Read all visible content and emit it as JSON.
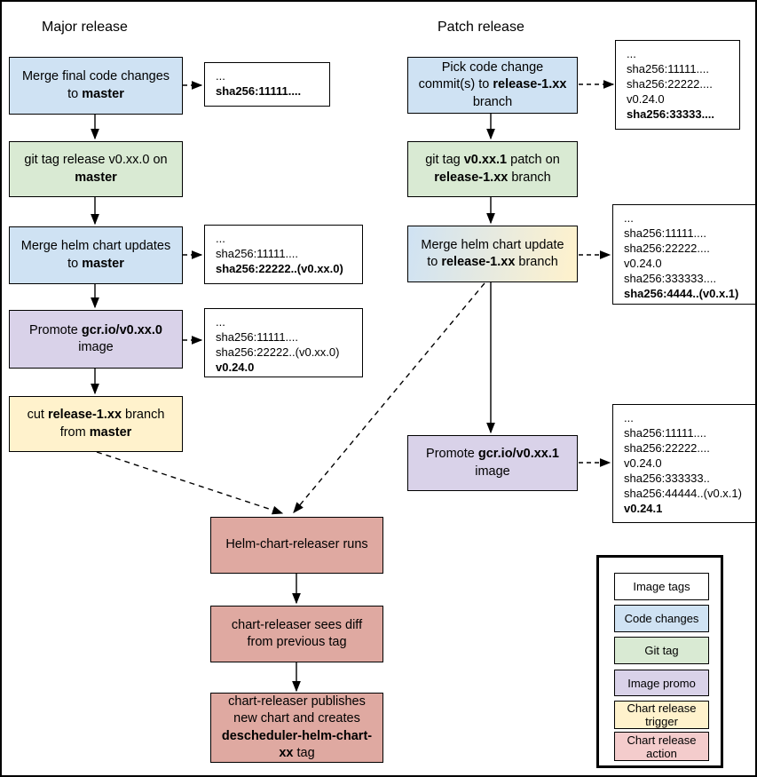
{
  "titles": {
    "major": "Major release",
    "patch": "Patch release"
  },
  "colors": {
    "image_tags": "#ffffff",
    "code_changes": "#cfe2f3",
    "git_tag": "#d9ead3",
    "image_promo": "#d9d2e9",
    "chart_release_trigger": "#fff2cc",
    "chart_release_action": "#dfa9a1",
    "legend_chart_release_action": "#f4cccc",
    "line": "#000000"
  },
  "nodes": {
    "major_1": {
      "color": "#cfe2f3",
      "segments": [
        {
          "t": "Merge final code changes to "
        },
        {
          "t": "master",
          "b": true
        }
      ]
    },
    "major_2": {
      "color": "#d9ead3",
      "segments": [
        {
          "t": "git tag release v0.xx.0 on "
        },
        {
          "t": "master",
          "b": true
        }
      ]
    },
    "major_3": {
      "color": "#cfe2f3",
      "segments": [
        {
          "t": "Merge helm chart updates to "
        },
        {
          "t": "master",
          "b": true
        }
      ]
    },
    "major_4": {
      "color": "#d9d2e9",
      "segments": [
        {
          "t": "Promote "
        },
        {
          "t": "gcr.io/v0.xx.0",
          "b": true
        },
        {
          "t": " image"
        }
      ]
    },
    "major_5": {
      "color": "#fff2cc",
      "segments": [
        {
          "t": "cut "
        },
        {
          "t": "release-1.xx",
          "b": true
        },
        {
          "t": " branch from "
        },
        {
          "t": "master",
          "b": true
        }
      ]
    },
    "patch_1": {
      "color": "#cfe2f3",
      "segments": [
        {
          "t": "Pick code change commit(s) to "
        },
        {
          "t": "release-1.xx",
          "b": true
        },
        {
          "t": " branch"
        }
      ]
    },
    "patch_2": {
      "color": "#d9ead3",
      "segments": [
        {
          "t": "git tag "
        },
        {
          "t": "v0.xx.1",
          "b": true
        },
        {
          "t": " patch on "
        },
        {
          "t": "release-1.xx",
          "b": true
        },
        {
          "t": " branch"
        }
      ]
    },
    "patch_3": {
      "color": "gradient(#cfe2f3,#fff2cc)",
      "segments": [
        {
          "t": "Merge helm chart update to "
        },
        {
          "t": "release-1.xx",
          "b": true
        },
        {
          "t": " branch"
        }
      ]
    },
    "patch_4": {
      "color": "#d9d2e9",
      "segments": [
        {
          "t": "Promote "
        },
        {
          "t": "gcr.io/v0.xx.1",
          "b": true
        },
        {
          "t": " image"
        }
      ]
    },
    "action_1": {
      "color": "#dfa9a1",
      "segments": [
        {
          "t": "Helm-chart-releaser runs"
        }
      ]
    },
    "action_2": {
      "color": "#dfa9a1",
      "segments": [
        {
          "t": "chart-releaser sees diff from previous tag"
        }
      ]
    },
    "action_3": {
      "color": "#dfa9a1",
      "segments": [
        {
          "t": "chart-releaser publishes new chart and creates "
        },
        {
          "t": "descheduler-helm-chart-xx",
          "b": true
        },
        {
          "t": " tag"
        }
      ]
    }
  },
  "annotations": {
    "major_1": {
      "lines": [
        {
          "t": "..."
        },
        {
          "t": "sha256:11111....",
          "b": true
        }
      ]
    },
    "major_3": {
      "lines": [
        {
          "t": "..."
        },
        {
          "t": "sha256:11111...."
        },
        {
          "t": "sha256:22222..(v0.xx.0)",
          "b": true
        }
      ]
    },
    "major_4": {
      "lines": [
        {
          "t": "..."
        },
        {
          "t": "sha256:11111...."
        },
        {
          "t": "sha256:22222..(v0.xx.0)"
        },
        {
          "t": "v0.24.0",
          "b": true
        }
      ]
    },
    "patch_1": {
      "lines": [
        {
          "t": "..."
        },
        {
          "t": "sha256:11111...."
        },
        {
          "t": "sha256:22222...."
        },
        {
          "t": "v0.24.0"
        },
        {
          "t": "sha256:33333....",
          "b": true
        }
      ]
    },
    "patch_3": {
      "lines": [
        {
          "t": "..."
        },
        {
          "t": "sha256:11111...."
        },
        {
          "t": "sha256:22222...."
        },
        {
          "t": "v0.24.0"
        },
        {
          "t": "sha256:333333...."
        },
        {
          "t": "sha256:4444..(v0.x.1)",
          "b": true
        }
      ]
    },
    "patch_4": {
      "lines": [
        {
          "t": "..."
        },
        {
          "t": "sha256:11111...."
        },
        {
          "t": "sha256:22222...."
        },
        {
          "t": "v0.24.0"
        },
        {
          "t": "sha256:333333.."
        },
        {
          "t": "sha256:44444..(v0.x.1)"
        },
        {
          "t": "v0.24.1",
          "b": true
        }
      ]
    }
  },
  "legend": {
    "items": [
      {
        "label": "Image tags",
        "color": "#ffffff"
      },
      {
        "label": "Code changes",
        "color": "#cfe2f3"
      },
      {
        "label": "Git tag",
        "color": "#d9ead3"
      },
      {
        "label": "Image promo",
        "color": "#d9d2e9"
      },
      {
        "label": "Chart release trigger",
        "color": "#fff2cc"
      },
      {
        "label": "Chart release action",
        "color": "#f4cccc"
      }
    ]
  }
}
